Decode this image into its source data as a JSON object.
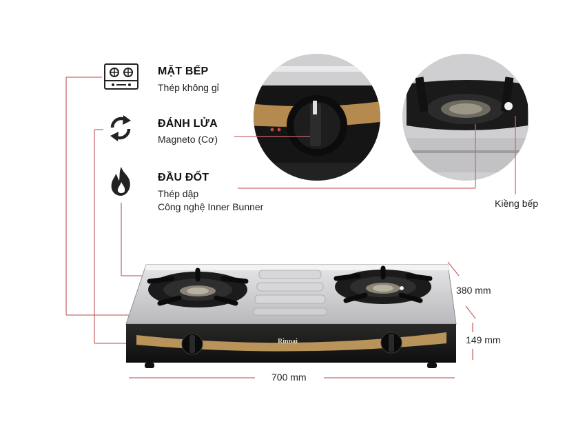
{
  "features": [
    {
      "title": "MẶT BẾP",
      "lines": [
        "Thép không gỉ"
      ],
      "icon": "stovetop-icon"
    },
    {
      "title": "ĐÁNH LỬA",
      "lines": [
        "Magneto (Cơ)"
      ],
      "icon": "refresh-arrows-icon"
    },
    {
      "title": "ĐẦU ĐỐT",
      "lines": [
        "Thép dập",
        "Công nghệ Inner Bunner"
      ],
      "icon": "flame-icon"
    }
  ],
  "callout_label": "Kiềng bếp",
  "dimensions": {
    "depth": "380 mm",
    "height": "149 mm",
    "width": "700 mm"
  },
  "brand_text": "Rinnai",
  "colors": {
    "leader_line": "#c96a6a",
    "steel": "#c9c9cc",
    "panel": "#1c1c1c",
    "gold": "#b8935a"
  }
}
